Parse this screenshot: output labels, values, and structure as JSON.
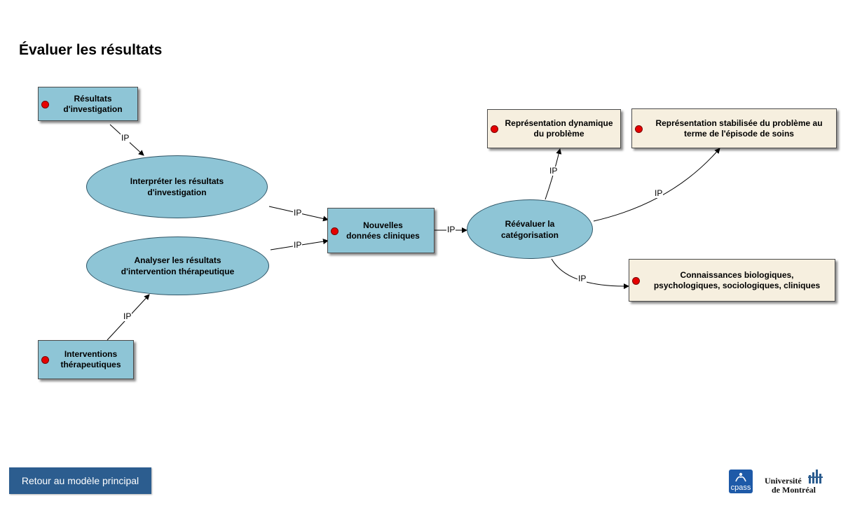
{
  "page": {
    "title": "Évaluer les résultats"
  },
  "nodes": {
    "resultats_investigation": "Résultats d'investigation",
    "interpreter": "Interpréter les résultats d'investigation",
    "analyser": "Analyser les résultats d'intervention thérapeutique",
    "interventions": "Interventions thérapeutiques",
    "nouvelles_donnees": "Nouvelles données cliniques",
    "reevaluer": "Réévaluer la catégorisation",
    "representation_dynamique": "Représentation dynamique du problème",
    "representation_stabilisee": "Représentation stabilisée du problème au terme de l'épisode de soins",
    "connaissances": "Connaissances biologiques, psychologiques, sociologiques, cliniques"
  },
  "edge_label": "IP",
  "footer": {
    "return_button": "Retour au modèle principal",
    "cpass_logo": "cpass",
    "university_line1": "Université",
    "university_line2": "de Montréal"
  },
  "colors": {
    "node_blue": "#8ec5d6",
    "node_cream": "#f6efdf",
    "marker_red": "#e60000",
    "button_blue": "#2c5d8f"
  }
}
